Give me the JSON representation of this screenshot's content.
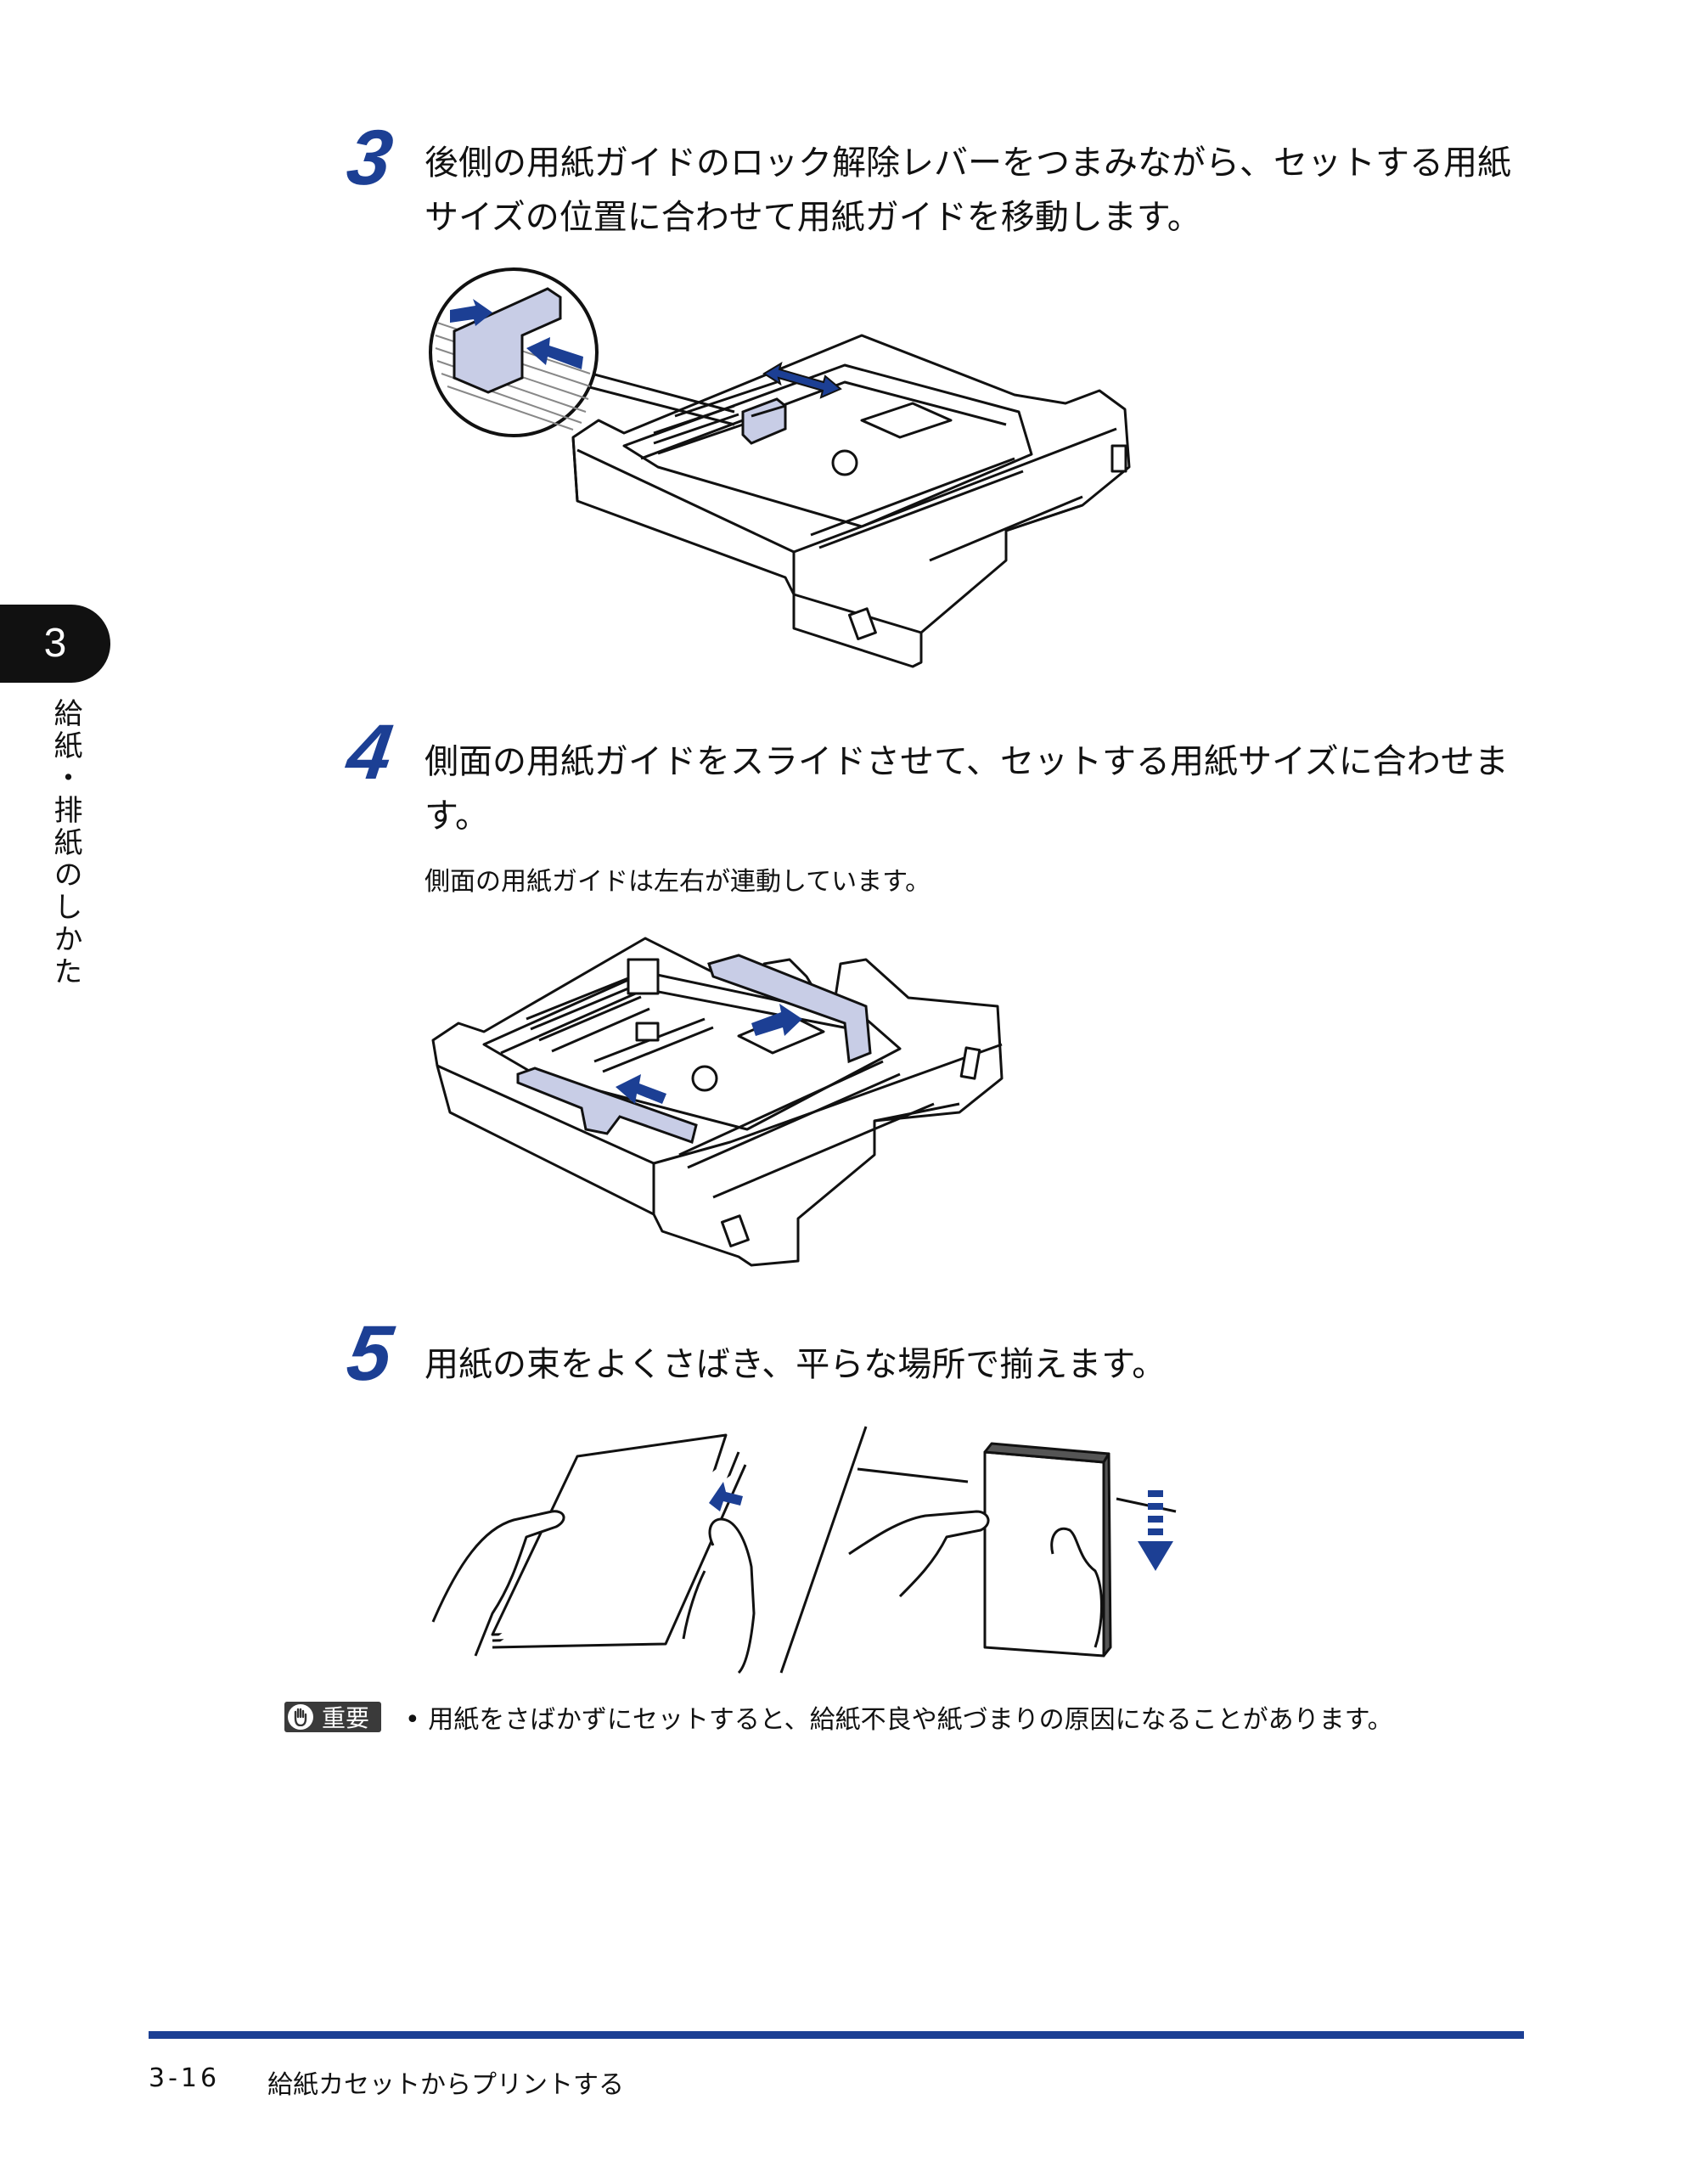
{
  "steps": [
    {
      "num": "3",
      "text": "後側の用紙ガイドのロック解除レバーをつまみながら、セットする用紙サイズの位置に合わせて用紙ガイドを移動します。"
    },
    {
      "num": "4",
      "text": "側面の用紙ガイドをスライドさせて、セットする用紙サイズに合わせます。",
      "note": "側面の用紙ガイドは左右が連動しています。"
    },
    {
      "num": "5",
      "text": "用紙の束をよくさばき、平らな場所で揃えます。"
    }
  ],
  "important": {
    "label": "重要",
    "text": "• 用紙をさばかずにセットすると、給紙不良や紙づまりの原因になることがあります。"
  },
  "sidebar": {
    "chapter": "3",
    "label": "給紙・排紙のしかた"
  },
  "footer": {
    "page": "3-16",
    "title": "給紙カセットからプリントする"
  },
  "colors": {
    "accent": "#1c3f94",
    "highlight": "#c8cde6"
  },
  "icons": {
    "important": "hand-icon"
  }
}
